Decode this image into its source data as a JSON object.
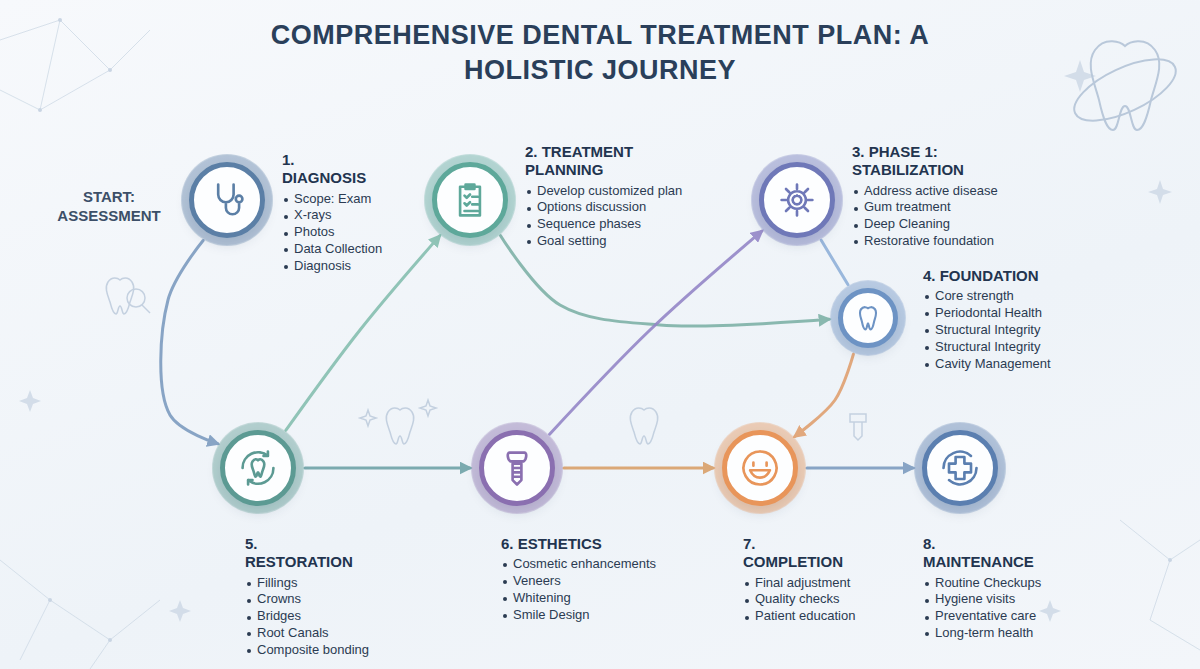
{
  "diagram": {
    "title": "COMPREHENSIVE DENTAL TREATMENT PLAN: A HOLISTIC JOURNEY",
    "nodes": [
      {
        "text": [
          "1. DIAGNOSIS",
          "Scope: Exam",
          "X-rays",
          "Photos",
          "Data Collection",
          "Diagnosis"
        ]
      },
      {
        "text": [
          "2. TREATMENT PLANNING",
          "Develop customized plan",
          "Options discussion",
          "Sequence phases",
          "Goal setting"
        ]
      },
      {
        "text": [
          "3. PHASE 1: STABILIZATION",
          "Address active disease",
          "Gum treatment",
          "Deep Cleaning",
          "Restorative foundation"
        ]
      },
      {
        "text": [
          "4. FOUNDATION",
          "Core strength",
          "Periodontal Health",
          "Structural Integrity",
          "Structural Integrity",
          "Cavity Management"
        ]
      },
      {
        "text": [
          "5. RESTORATION",
          "Fillings",
          "Crowns",
          "Bridges",
          "Root Canals",
          "Composite bonding"
        ]
      },
      {
        "text": [
          "6. ESTHETICS",
          "Cosmetic enhancements",
          "Veneers",
          "Whitening",
          "Smile Design"
        ]
      },
      {
        "text": [
          "7. COMPLETION",
          "Final adjustment",
          "Quality checks",
          "Patient education"
        ]
      },
      {
        "text": [
          "8. MAINTENANCE",
          "Routine Checkups",
          "Hygiene visits",
          "Preventative care",
          "Long-term health"
        ]
      }
    ],
    "edges": [
      {
        "from": 0,
        "to": 4,
        "arrow": "to"
      },
      {
        "from": 4,
        "to": 1,
        "arrow": "to"
      },
      {
        "from": 1,
        "to": 3,
        "arrow": "to"
      },
      {
        "from": 4,
        "to": 5,
        "arrow": "to"
      },
      {
        "from": 5,
        "to": 2,
        "arrow": "to"
      },
      {
        "from": 2,
        "to": 3,
        "arrow": "none"
      },
      {
        "from": 3,
        "to": 6,
        "arrow": "to"
      },
      {
        "from": 5,
        "to": 6,
        "arrow": "to"
      },
      {
        "from": 6,
        "to": 7,
        "arrow": "to"
      }
    ],
    "labels": [
      "START: ASSESSMENT"
    ]
  }
}
